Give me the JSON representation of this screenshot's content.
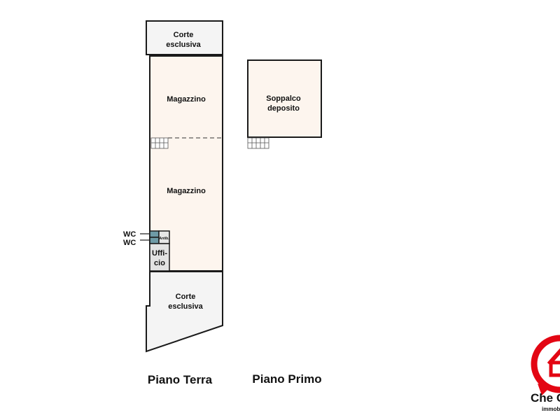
{
  "plan": {
    "ground_floor": {
      "title": "Piano Terra",
      "rooms": {
        "corte_top": [
          "Corte",
          "esclusiva"
        ],
        "magazzino_1": "Magazzino",
        "magazzino_2": "Magazzino",
        "wc_1": "WC",
        "wc_2": "WC",
        "antibagno": "Antib.",
        "ufficio": [
          "Uffi-",
          "cio"
        ],
        "corte_bottom": [
          "Corte",
          "esclusiva"
        ]
      }
    },
    "first_floor": {
      "title": "Piano Primo",
      "rooms": {
        "soppalco": [
          "Soppalco",
          "deposito"
        ]
      }
    }
  },
  "logo": {
    "text": "Che C",
    "subtext": "immob",
    "color": "#e30613"
  },
  "colors": {
    "indoor_fill": "#fdf5ee",
    "outdoor_fill": "#f4f4f4",
    "wc_fill": "#6e9aa6",
    "wall": "#1a1a1a"
  }
}
